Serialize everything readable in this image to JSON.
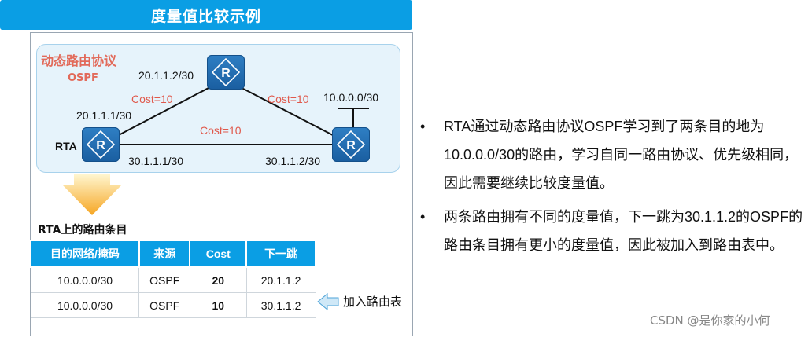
{
  "header": {
    "title": "度量值比较示例"
  },
  "topology": {
    "protocol_label": "动态路由协议",
    "protocol_name": "OSPF",
    "router_glyph": "R",
    "rta_label": "RTA",
    "addresses": {
      "top_router": "20.1.1.2/30",
      "rta_upper": "20.1.1.1/30",
      "rta_lower": "30.1.1.1/30",
      "right_lower": "30.1.1.2/30",
      "destination": "10.0.0.0/30"
    },
    "costs": {
      "left_link": "Cost=10",
      "right_link": "Cost=10",
      "bottom_link": "Cost=10"
    },
    "colors": {
      "accent": "#0a9ee4",
      "router": "#1f6db3",
      "cost": "#e0594c"
    }
  },
  "routing_table": {
    "title": "RTA上的路由条目",
    "headers": [
      "目的网络/掩码",
      "来源",
      "Cost",
      "下一跳"
    ],
    "rows": [
      [
        "10.0.0.0/30",
        "OSPF",
        "20",
        "20.1.1.2"
      ],
      [
        "10.0.0.0/30",
        "OSPF",
        "10",
        "30.1.1.2"
      ]
    ],
    "annotation": "加入路由表"
  },
  "bullets": [
    {
      "symbol": "•",
      "text": "RTA通过动态路由协议OSPF学习到了两条目的地为10.0.0.0/30的路由，学习自同一路由协议、优先级相同，因此需要继续比较度量值。"
    },
    {
      "symbol": "•",
      "text": "两条路由拥有不同的度量值，下一跳为30.1.1.2的OSPF的路由条目拥有更小的度量值，因此被加入到路由表中。"
    }
  ],
  "watermark": "CSDN @是你家的小何"
}
